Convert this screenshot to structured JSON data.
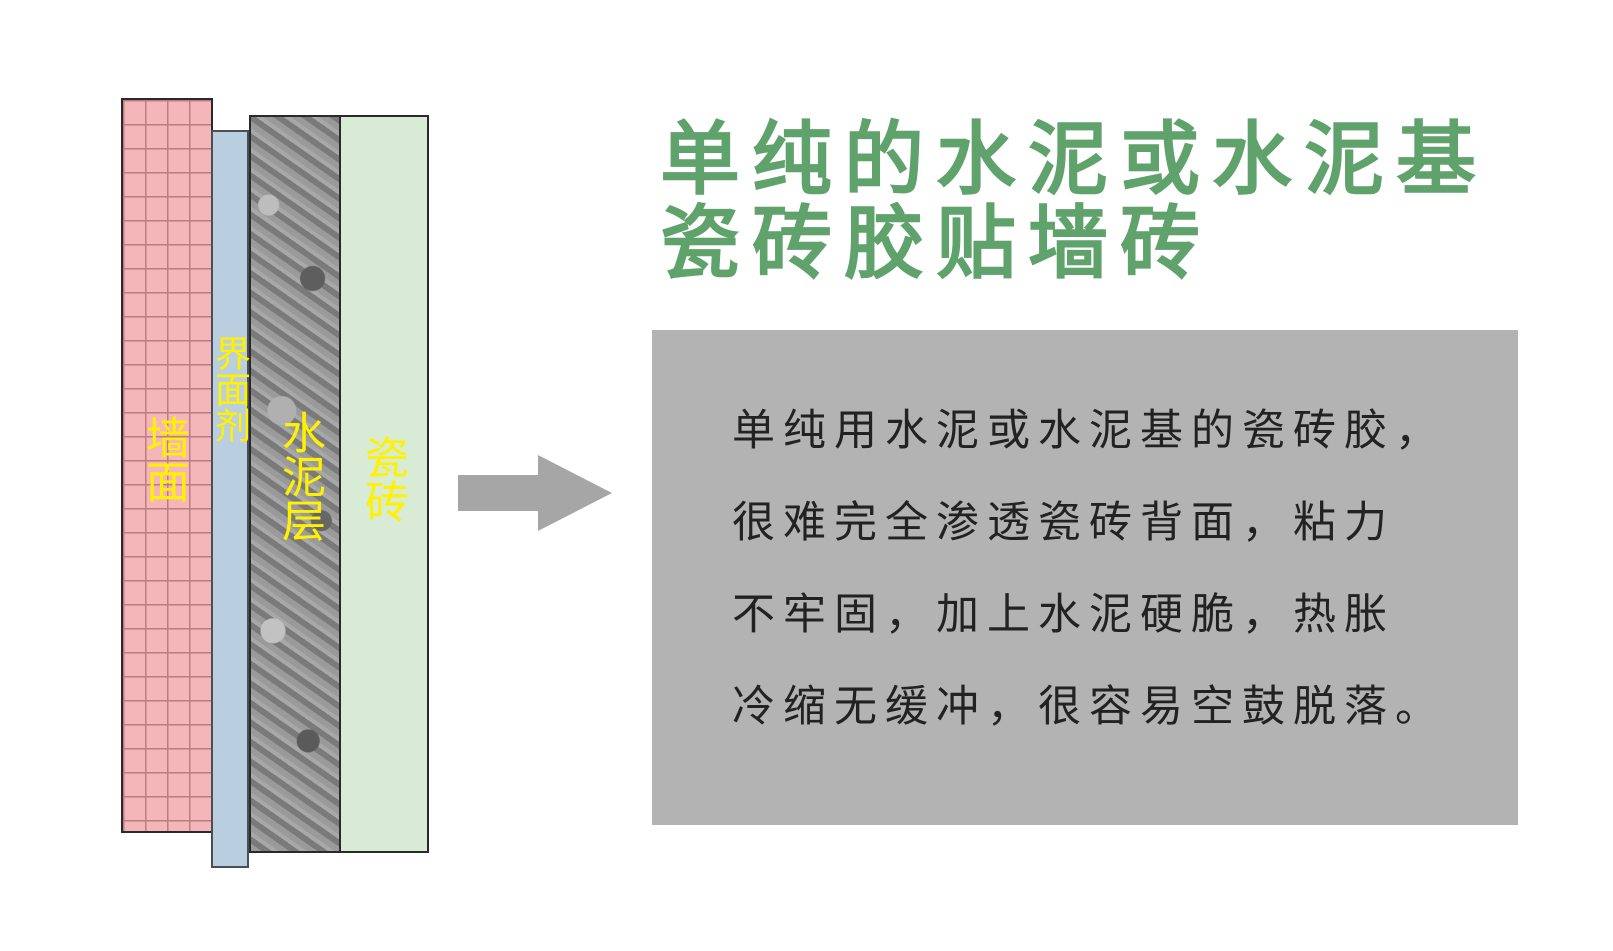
{
  "title": {
    "line1": "单纯的水泥或水泥基",
    "line2": "瓷砖胶贴墙砖"
  },
  "diagram": {
    "labels": {
      "wall": "墙面",
      "primer": "界面剂",
      "cement": "水泥层",
      "tile": "瓷砖"
    },
    "colors": {
      "wall": "#f4b6b9",
      "primer": "#b9cede",
      "cement": "#8a8a8a",
      "tile": "#d7ebd5",
      "label": "#fff100",
      "arrow": "#a6a6a6"
    }
  },
  "description": {
    "lines": [
      "单纯用水泥或水泥基的瓷砖胶，",
      "很难完全渗透瓷砖背面，粘力",
      "不牢固，加上水泥硬脆，热胀",
      "冷缩无缓冲，很容易空鼓脱落。"
    ]
  },
  "colors": {
    "title": "#5fa26b",
    "panel": "#b3b3b3",
    "text": "#222222"
  }
}
